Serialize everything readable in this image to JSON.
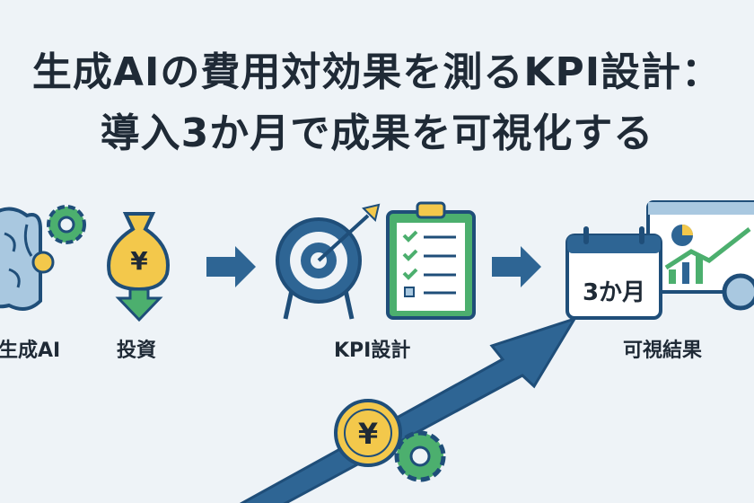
{
  "title": {
    "line1": "生成AIの費用対効果を測るKPI設計：",
    "line2": "導入3か月で成果を可視化する"
  },
  "steps": [
    {
      "label": "生成AI",
      "icon": "brain-gear-icon"
    },
    {
      "label": "投資",
      "icon": "money-bag-icon"
    },
    {
      "label": "KPI設計",
      "icon": "target-checklist-icon"
    },
    {
      "label": "可視結果",
      "icon": "calendar-dashboard-icon"
    }
  ],
  "calendar_text": "3か月",
  "currency_symbol": "¥",
  "colors": {
    "background": "#eef3f7",
    "navy": "#1f4e79",
    "arrow_blue": "#2e6594",
    "yellow": "#f3c84b",
    "green": "#4caf6e",
    "light_blue": "#a9c8e0"
  }
}
